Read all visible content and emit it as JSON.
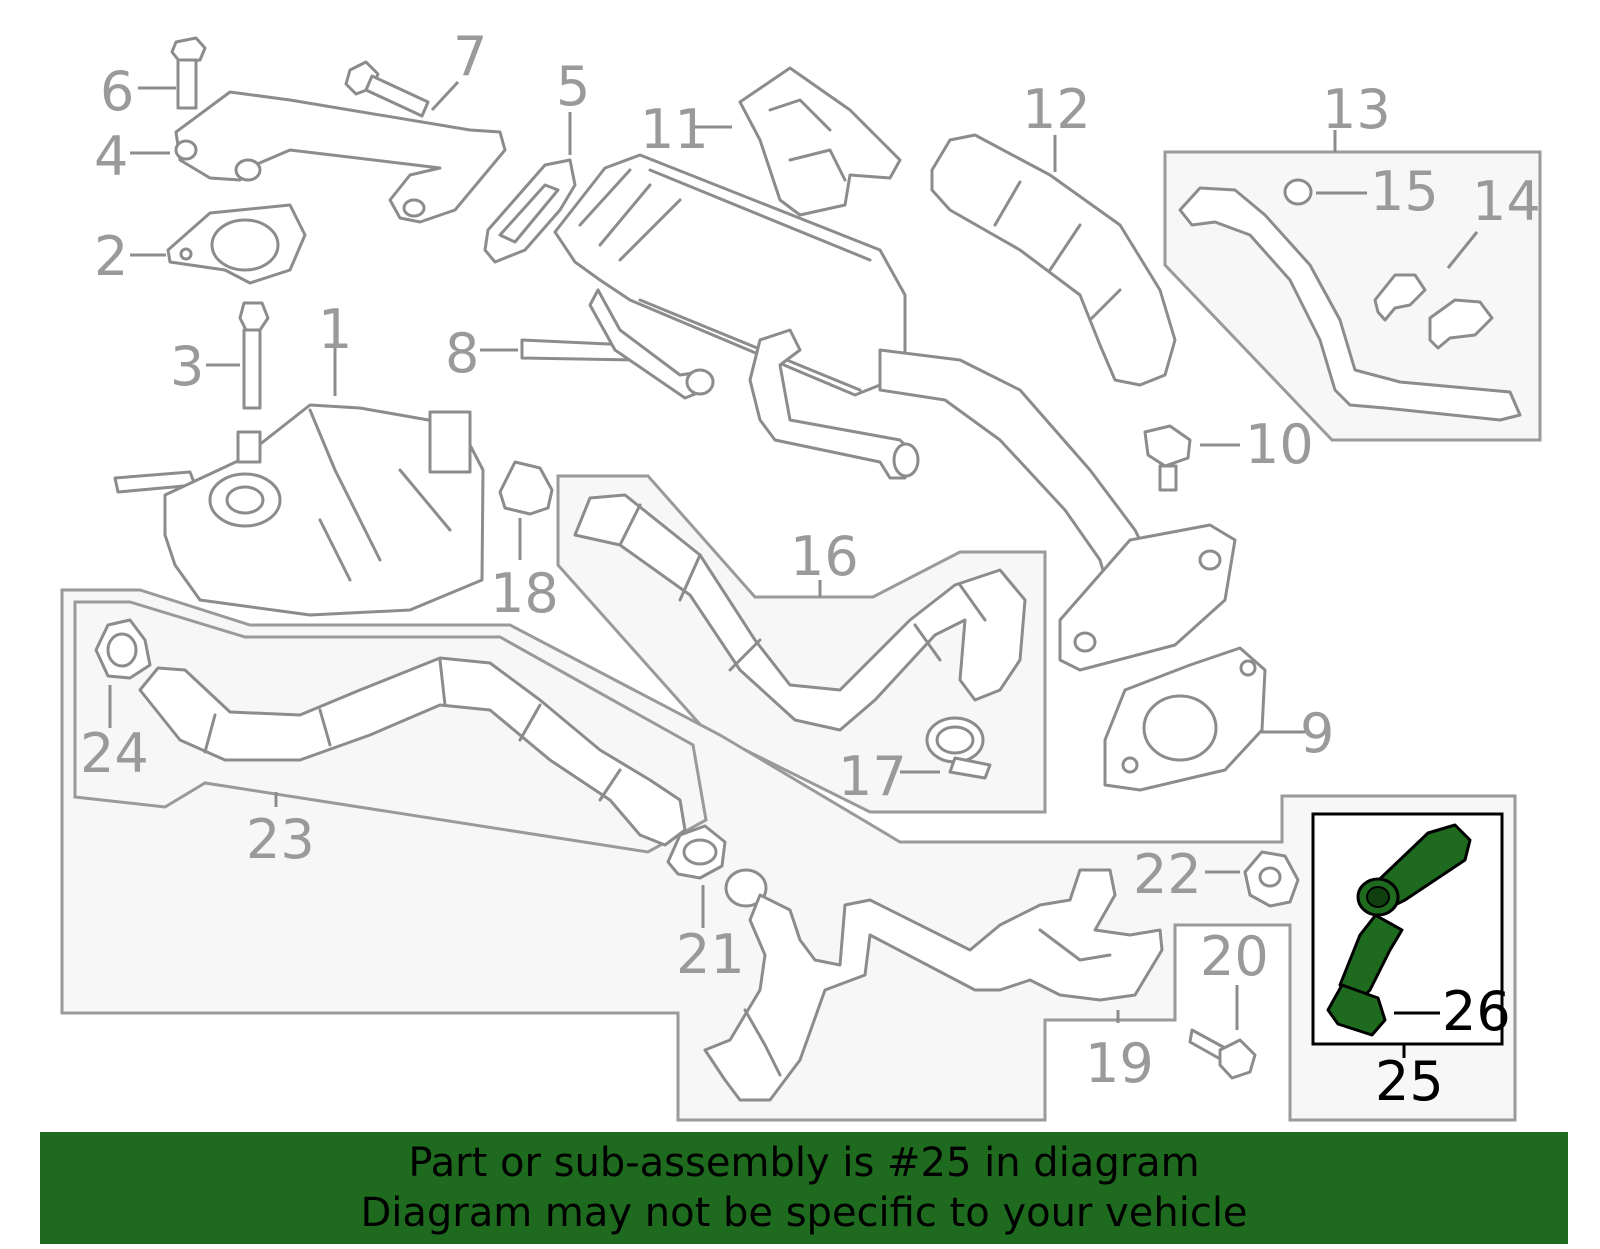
{
  "diagram": {
    "callouts": [
      "1",
      "2",
      "3",
      "4",
      "5",
      "6",
      "7",
      "8",
      "9",
      "10",
      "11",
      "12",
      "13",
      "14",
      "15",
      "16",
      "17",
      "18",
      "19",
      "20",
      "21",
      "22",
      "23",
      "24",
      "25",
      "26"
    ],
    "highlight_callout": "25",
    "highlight_color": "#1e6a1e"
  },
  "footer": {
    "line1": "Part or sub-assembly is #25 in diagram",
    "line2": "Diagram may not be specific to your vehicle",
    "background": "#1e6a1e"
  }
}
